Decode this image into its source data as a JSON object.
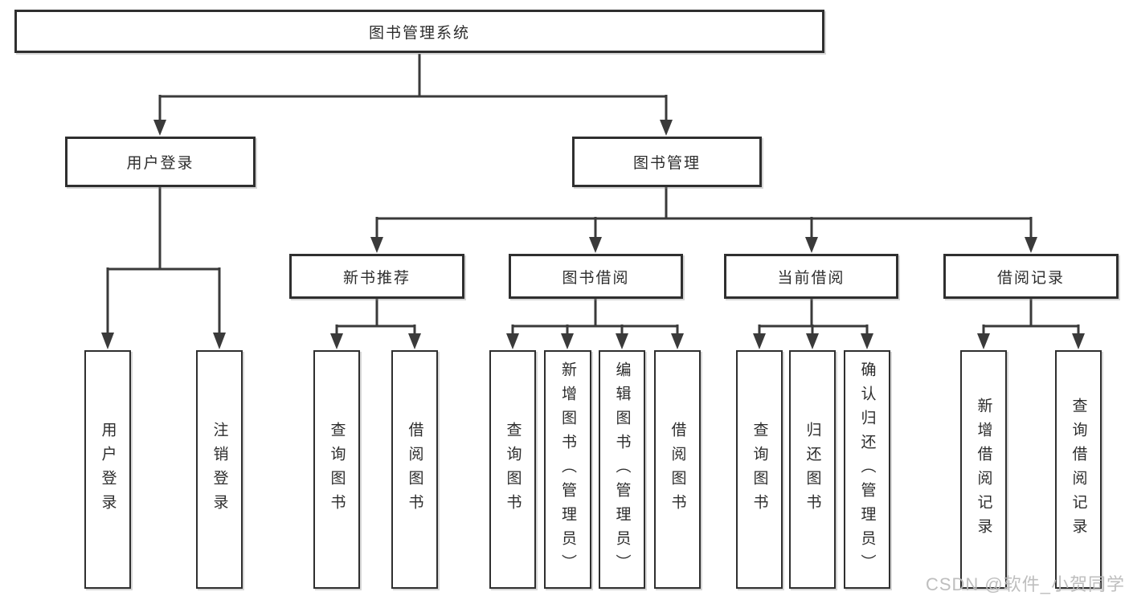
{
  "diagram": {
    "root": {
      "label": "图书管理系统"
    },
    "user_login": {
      "label": "用户登录",
      "children": [
        {
          "label": "用户登录"
        },
        {
          "label": "注销登录"
        }
      ]
    },
    "book_management": {
      "label": "图书管理",
      "sections": [
        {
          "label": "新书推荐",
          "children": [
            {
              "label": "查询图书"
            },
            {
              "label": "借阅图书"
            }
          ]
        },
        {
          "label": "图书借阅",
          "children": [
            {
              "label": "查询图书"
            },
            {
              "label": "新增图书（管理员）"
            },
            {
              "label": "编辑图书（管理员）"
            },
            {
              "label": "借阅图书"
            }
          ]
        },
        {
          "label": "当前借阅",
          "children": [
            {
              "label": "查询图书"
            },
            {
              "label": "归还图书"
            },
            {
              "label": "确认归还（管理员）"
            }
          ]
        },
        {
          "label": "借阅记录",
          "children": [
            {
              "label": "新增借阅记录"
            },
            {
              "label": "查询借阅记录"
            }
          ]
        }
      ]
    }
  },
  "watermark": {
    "text": "CSDN @软件_小贺同学"
  },
  "colors": {
    "line": "#3a3a3a",
    "box_border": "#2f2f2f",
    "box_fill": "#ffffff",
    "text": "#2d2d2d",
    "watermark": "#bababa",
    "background": "#ffffff"
  }
}
